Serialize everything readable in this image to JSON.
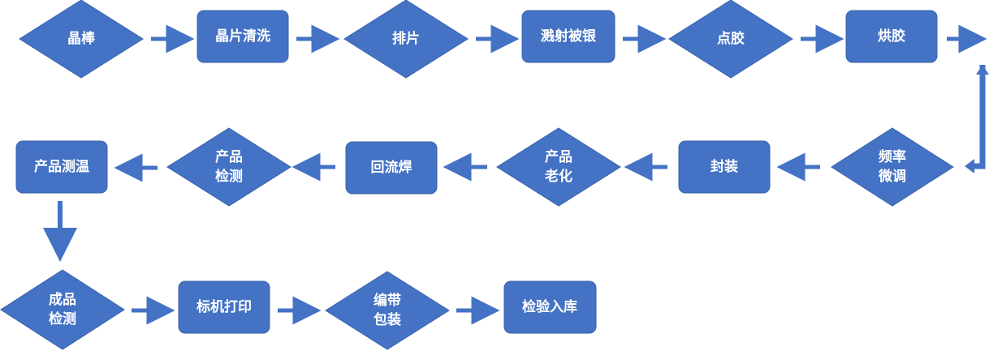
{
  "colors": {
    "node_fill": "#4472C4",
    "node_stroke": "#3A63AD",
    "arrow": "#4472C4",
    "text": "#FFFFFF"
  },
  "steps": [
    {
      "shape": "diamond",
      "label": "晶棒"
    },
    {
      "shape": "box",
      "label": "晶片清洗"
    },
    {
      "shape": "diamond",
      "label": "排片"
    },
    {
      "shape": "box",
      "label": "溅射被银"
    },
    {
      "shape": "diamond",
      "label": "点胶"
    },
    {
      "shape": "box",
      "label": "烘胶"
    },
    {
      "shape": "diamond",
      "label_line1": "频率",
      "label_line2": "微调"
    },
    {
      "shape": "box",
      "label": "封装"
    },
    {
      "shape": "diamond",
      "label_line1": "产品",
      "label_line2": "老化"
    },
    {
      "shape": "box",
      "label": "回流焊"
    },
    {
      "shape": "diamond",
      "label_line1": "产品",
      "label_line2": "检测"
    },
    {
      "shape": "box",
      "label": "产品测温"
    },
    {
      "shape": "diamond",
      "label_line1": "成品",
      "label_line2": "检测"
    },
    {
      "shape": "box",
      "label": "标机打印"
    },
    {
      "shape": "diamond",
      "label_line1": "编带",
      "label_line2": "包装"
    },
    {
      "shape": "box",
      "label": "检验入库"
    }
  ]
}
